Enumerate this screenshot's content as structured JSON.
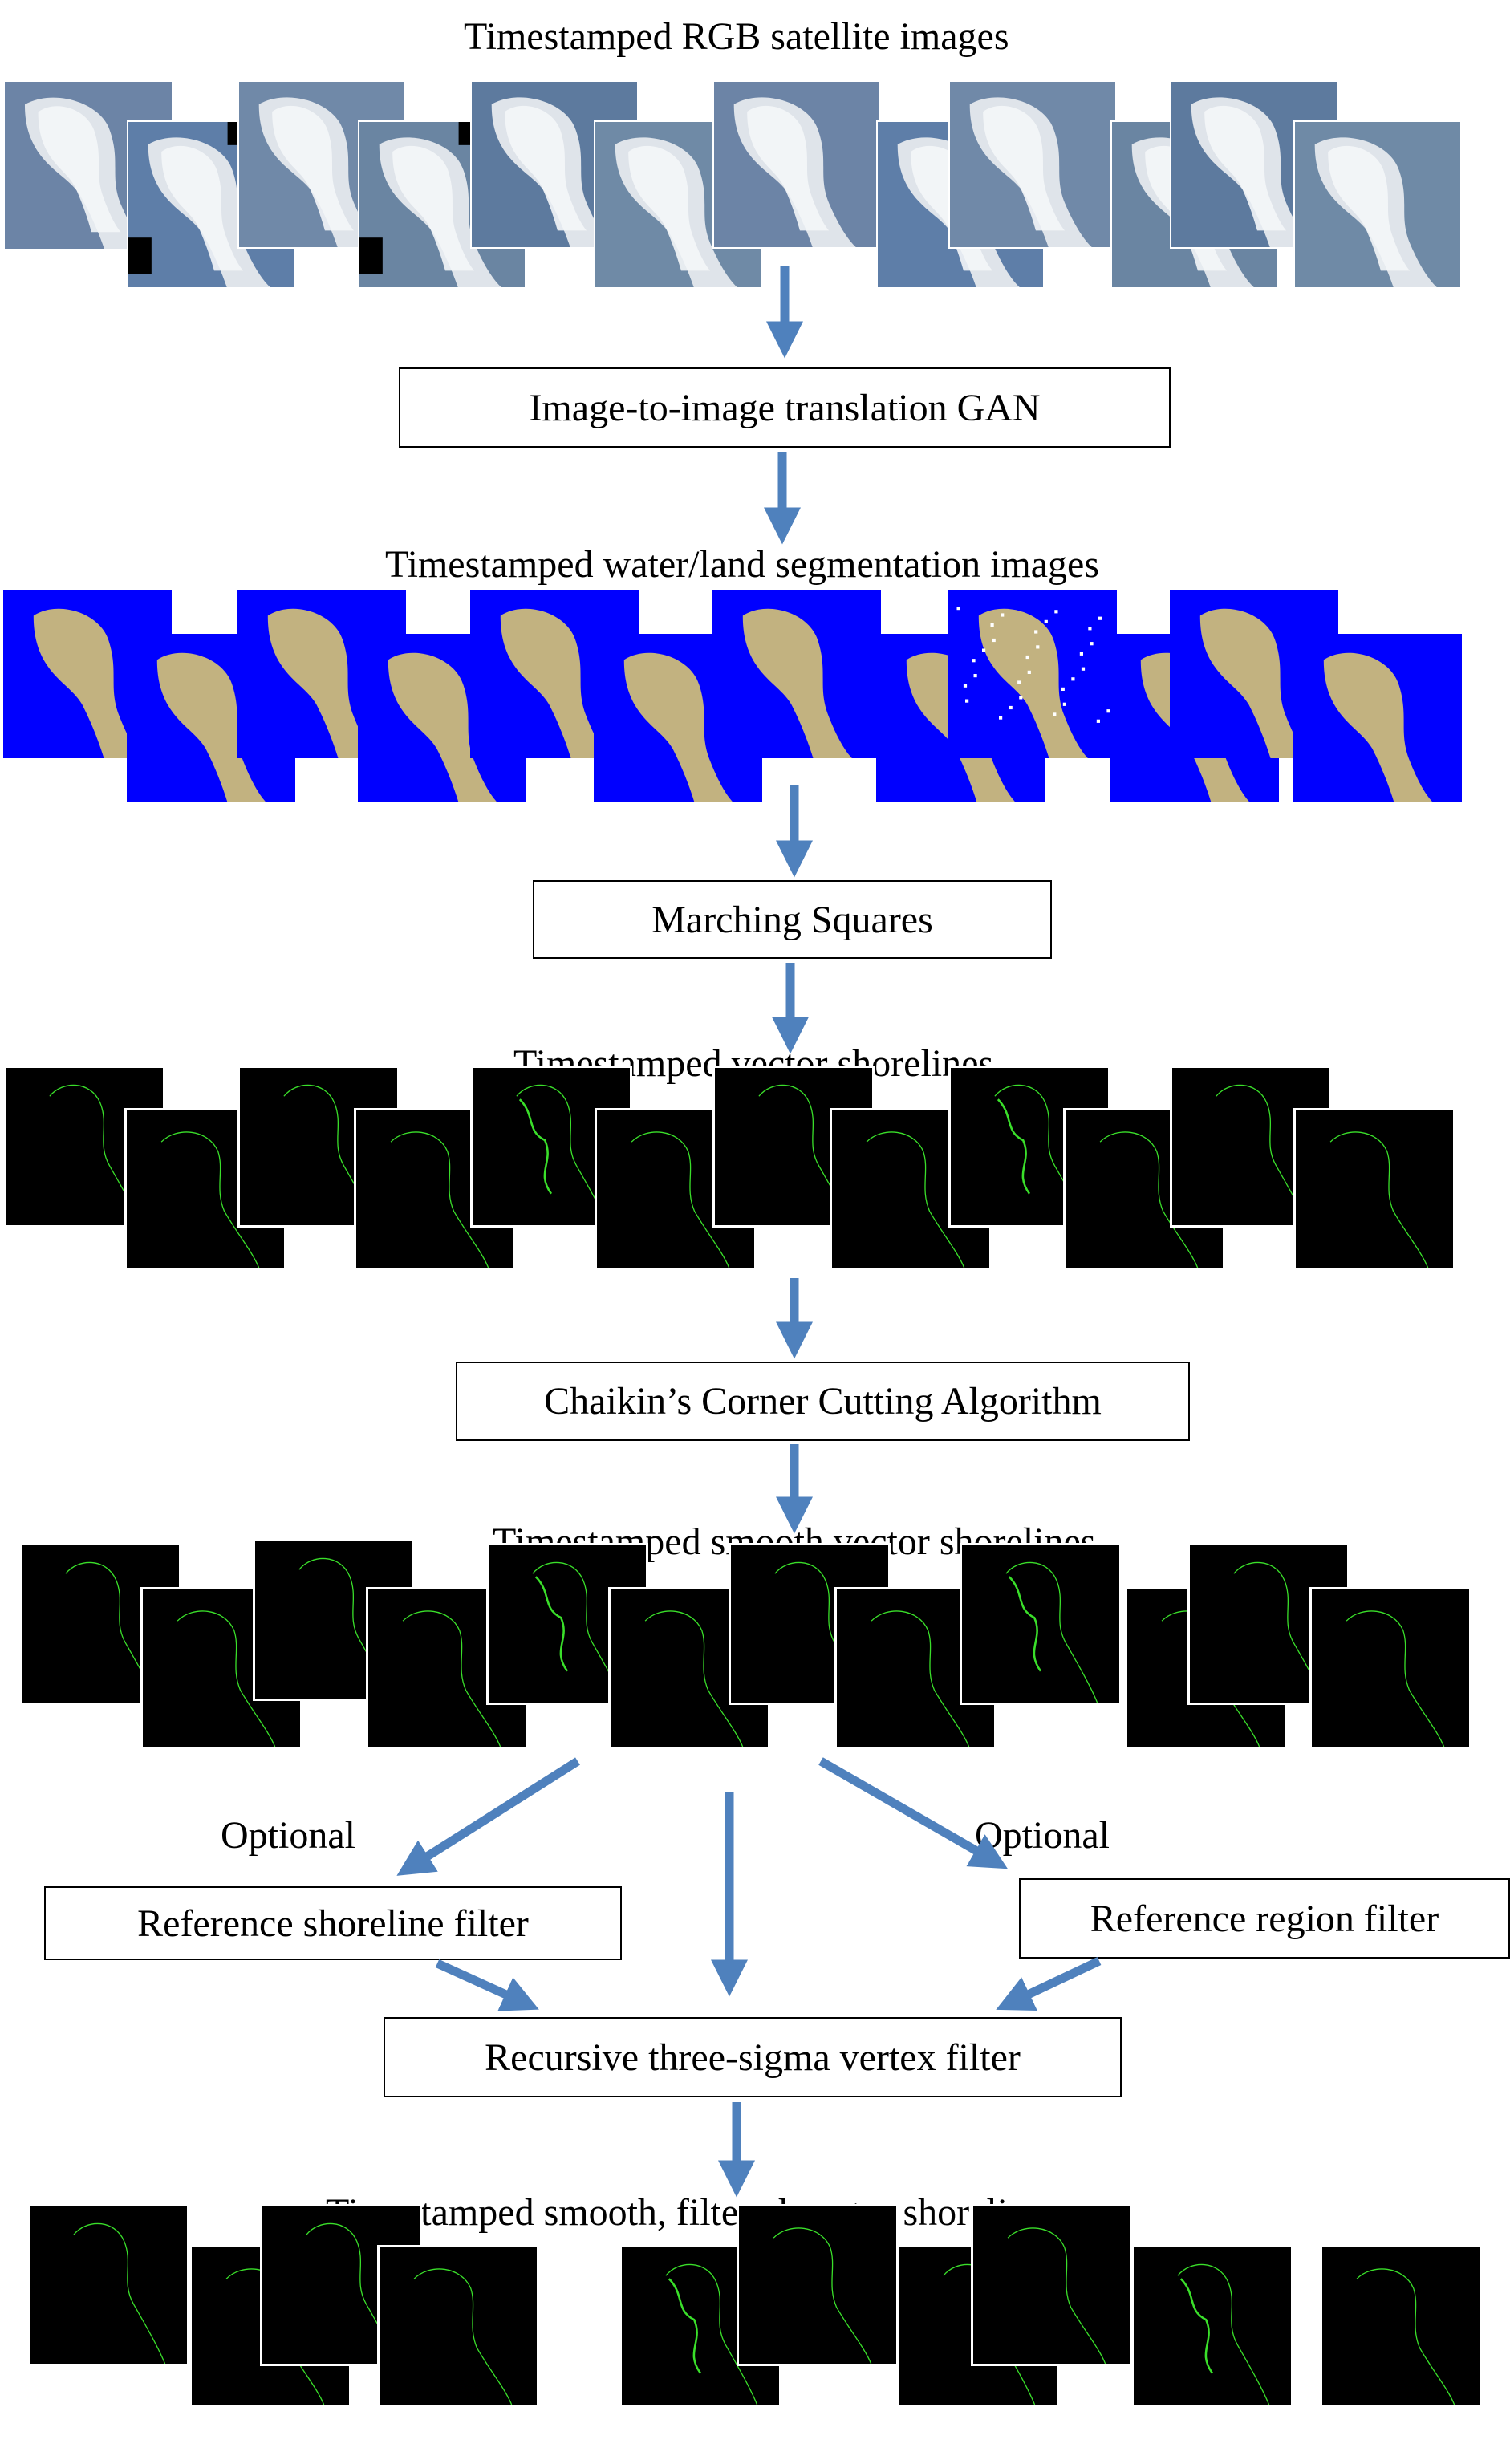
{
  "stages": {
    "rgb_title": "Timestamped RGB satellite images",
    "segmentation_title": "Timestamped water/land segmentation images",
    "vector_title": "Timestamped vector shorelines",
    "smooth_title": "Timestamped smooth vector shorelines",
    "filtered_title": "Timestamped smooth, filtered vector shorelines"
  },
  "steps": {
    "gan": "Image-to-image translation GAN",
    "marching": "Marching Squares",
    "chaikin": "Chaikin’s Corner Cutting Algorithm",
    "reference_shoreline": "Reference shoreline filter",
    "reference_region": "Reference region filter",
    "three_sigma": "Recursive three-sigma vertex filter"
  },
  "branch_labels": {
    "left_optional": "Optional",
    "right_optional": "Optional"
  },
  "colors": {
    "arrow": "#4f81bd",
    "water": "#0000ff",
    "land": "#c2b280",
    "shoreline": "#3adf2a",
    "vector_background": "#000000"
  }
}
